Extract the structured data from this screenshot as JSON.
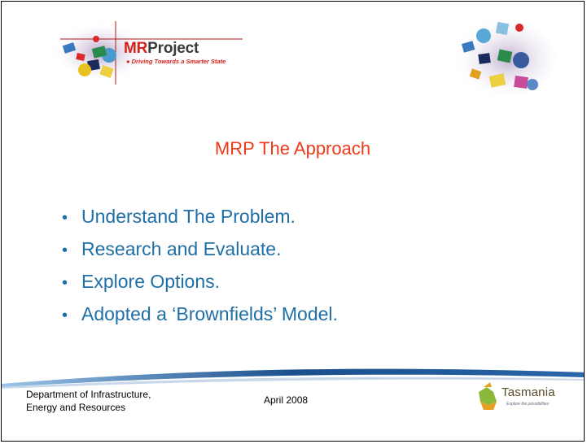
{
  "brand": {
    "name_prefix": "MR",
    "name_suffix": "Project",
    "tagline": "Driving Towards a Smarter State"
  },
  "slide": {
    "title": "MRP The Approach",
    "bullets": [
      "Understand The Problem.",
      "Research and Evaluate.",
      "Explore Options.",
      "Adopted a ‘Brownfields’ Model."
    ]
  },
  "footer": {
    "org_line1": "Department of Infrastructure,",
    "org_line2": "Energy and Resources",
    "date": "April 2008",
    "tasmania_name": "Tasmania",
    "tasmania_tagline": "Explore the possibilities"
  },
  "colors": {
    "title": "#ee3a18",
    "bullets": "#1f6fa6",
    "brand_red": "#d8201a",
    "swoosh": "#1a4f8c"
  },
  "icons": [
    "mrproject-logo-graphic",
    "collage-graphic",
    "bullet-icon",
    "footer-swoosh",
    "tasmania-logo"
  ]
}
